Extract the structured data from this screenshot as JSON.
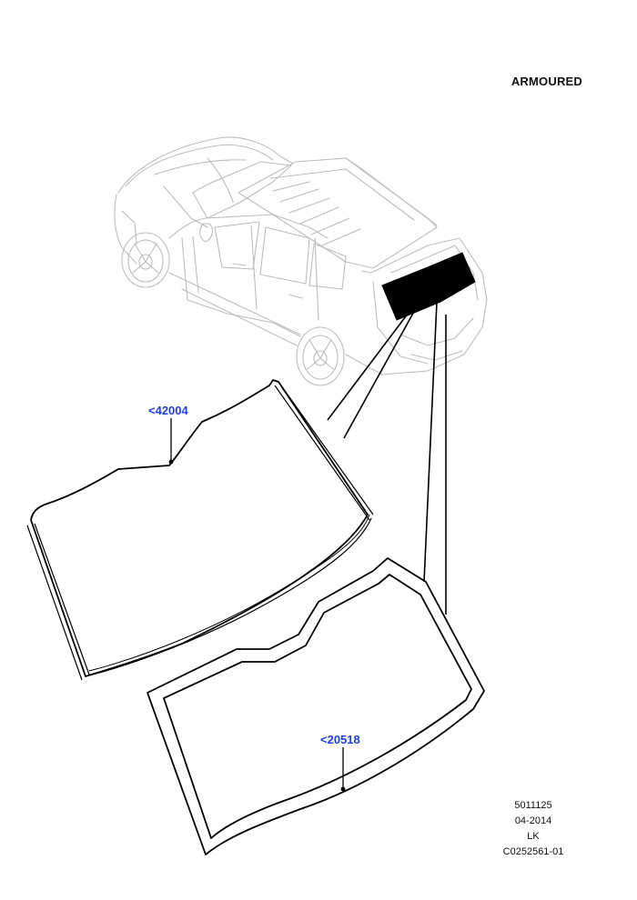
{
  "heading": "ARMOURED",
  "callouts": [
    {
      "label": "<42004"
    },
    {
      "label": "<20518"
    }
  ],
  "footer": {
    "line1": "5011125",
    "line2": "04-2014",
    "line3": "LK",
    "line4": "C0252561-01"
  },
  "colors": {
    "callout": "#2040d8",
    "highlight": "#000000",
    "line": "#000000",
    "vehicle_outline": "#bdbdbd"
  }
}
